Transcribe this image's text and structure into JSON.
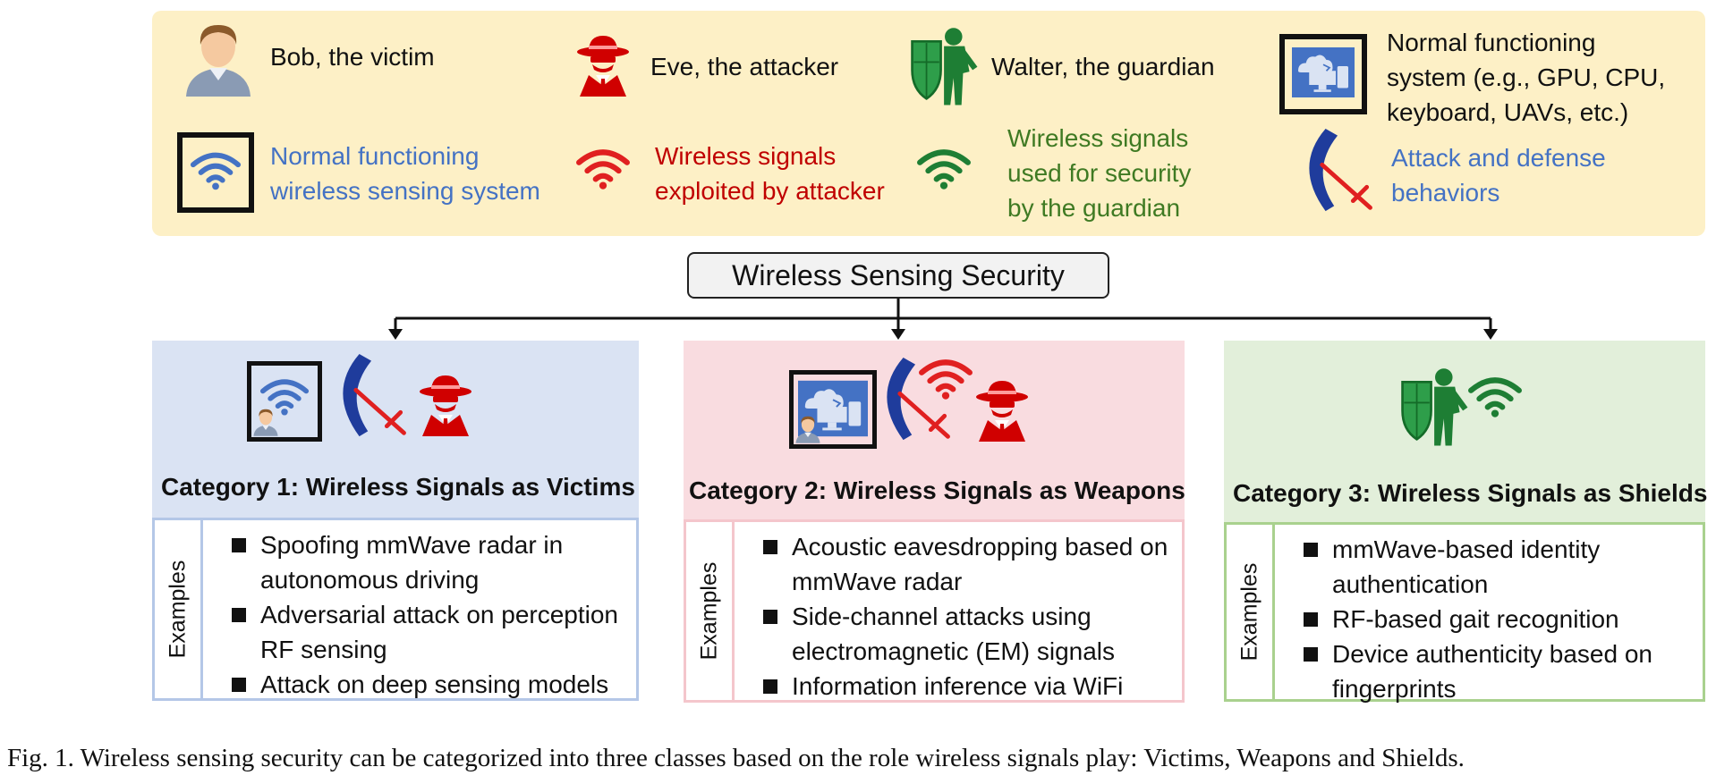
{
  "legend": {
    "bob": "Bob, the victim",
    "eve": "Eve, the attacker",
    "walter": "Walter, the guardian",
    "system": "Normal functioning\nsystem (e.g., GPU, CPU,\nkeyboard, UAVs, etc.)",
    "sensing_system": "Normal functioning\nwireless sensing system",
    "attacker_signals": "Wireless signals\nexploited by attacker",
    "guardian_signals": "Wireless signals\nused for security\nby the guardian",
    "behaviors": "Attack and defense\nbehaviors"
  },
  "root": "Wireless Sensing Security",
  "categories": [
    {
      "title": "Category 1: Wireless Signals as Victims",
      "examples_label": "Examples",
      "items": [
        "Spoofing mmWave radar in autonomous driving",
        "Adversarial attack on perception RF sensing",
        "Attack on deep sensing models"
      ],
      "bg": "#dae3f3",
      "border": "#b4c7e7"
    },
    {
      "title": "Category 2: Wireless Signals as Weapons",
      "examples_label": "Examples",
      "items": [
        "Acoustic eavesdropping based on mmWave radar",
        "Side-channel attacks using electromagnetic (EM) signals",
        "Information inference via WiFi"
      ],
      "bg": "#f9dce0",
      "border": "#f4c6cc"
    },
    {
      "title": "Category 3: Wireless Signals as Shields",
      "examples_label": "Examples",
      "items": [
        "mmWave-based identity authentication",
        "RF-based gait recognition",
        "Device authenticity based on fingerprints"
      ],
      "bg": "#e2efda",
      "border": "#a9d18e"
    }
  ],
  "caption": "Fig. 1.  Wireless sensing security can be categorized into three classes based on the role wireless signals play: Victims, Weapons and Shields.",
  "colors": {
    "legend_bg": "#fdf0c6",
    "blue": "#4472c4",
    "red": "#c00000",
    "green": "#3f7a23",
    "dark_blue": "#1f3c9c"
  },
  "icons": [
    "person-icon",
    "spy-icon",
    "knight-shield-icon",
    "cloud-devices-icon",
    "wifi-icon",
    "sword-shield-icon"
  ]
}
